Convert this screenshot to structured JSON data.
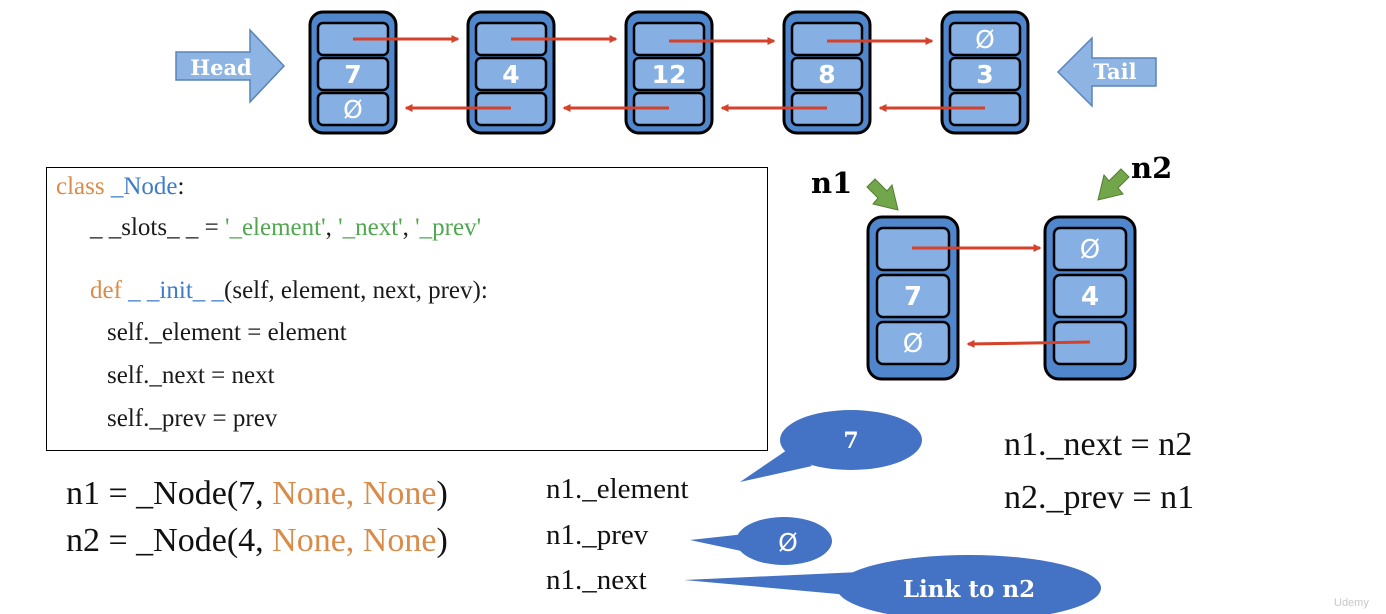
{
  "top_list": {
    "head_label": "Head",
    "tail_label": "Tail",
    "nodes": [
      {
        "next": "",
        "element": "7",
        "prev": "Ø"
      },
      {
        "next": "",
        "element": "4",
        "prev": ""
      },
      {
        "next": "",
        "element": "12",
        "prev": ""
      },
      {
        "next": "",
        "element": "8",
        "prev": ""
      },
      {
        "next": "Ø",
        "element": "3",
        "prev": ""
      }
    ]
  },
  "pair": {
    "n1_label": "n1",
    "n2_label": "n2",
    "n1": {
      "next": "",
      "element": "7",
      "prev": "Ø"
    },
    "n2": {
      "next": "Ø",
      "element": "4",
      "prev": ""
    }
  },
  "code": {
    "l1_kw": "class",
    "l1_name": "_Node",
    "l1_tail": ":",
    "l2_a": "_ _slots_ _ = ",
    "l2_s1": "'_element'",
    "l2_c1": ", ",
    "l2_s2": "'_next'",
    "l2_c2": ", ",
    "l2_s3": "'_prev'",
    "l3_kw": "def",
    "l3_name": "_ _init_ _",
    "l3_tail": "(self, element, next, prev):",
    "l4": "self._element = element",
    "l5": "self._next = next",
    "l6": "self._prev = prev"
  },
  "calls": {
    "n1_a": "n1 = _Node(7, ",
    "n1_b": "None, None",
    "n1_c": ")",
    "n2_a": "n2 = _Node(4, ",
    "n2_b": "None, None",
    "n2_c": ")"
  },
  "fields": {
    "element": "n1._element",
    "prev": "n1._prev",
    "next": "n1._next"
  },
  "bubbles": {
    "element": "7",
    "prev": "Ø",
    "next": "Link to n2"
  },
  "assignments": {
    "a1": "n1._next = n2",
    "a2": "n2._prev = n1"
  },
  "watermark": "Udemy",
  "colors": {
    "node_fill": "#4f86cc",
    "slot_fill": "#86b0e3",
    "arrow_red": "#d6412b",
    "big_arrow": "#8db4e2",
    "small_arrow": "#72a64a",
    "bubble": "#4472c4"
  }
}
